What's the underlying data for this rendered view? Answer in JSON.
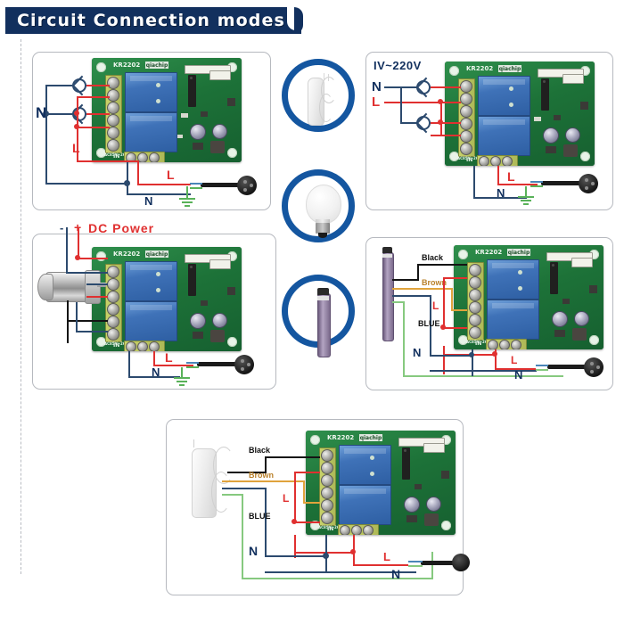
{
  "header": {
    "title": "Circuit Connection modes",
    "banner_color": "#12305e"
  },
  "colors": {
    "live_wire": "#e03030",
    "neutral_wire": "#2c4a6e",
    "ground_wire": "#59b259",
    "brown_wire": "#e0a33c",
    "black_wire": "#141414",
    "pcb_green": "#1d7238",
    "relay_blue": "#3f72b8",
    "ring_blue": "#1456a0",
    "panel_border": "#b6b9bf"
  },
  "board": {
    "model": "KR2202",
    "brand": "qiachip",
    "input_label": "IN",
    "terminal_silk": "AC85V~265V",
    "terminal_count": 6,
    "relay_count": 2
  },
  "devices": [
    {
      "name": "pir-sensor-icon",
      "label": "PIR motion sensor"
    },
    {
      "name": "light-bulb-icon",
      "label": "Light bulb"
    },
    {
      "name": "tube-lamp-icon",
      "label": "Tube lamp sensor"
    }
  ],
  "panels": [
    {
      "id": "panel-two-lamp-ac",
      "title": "",
      "wire_labels": [
        "N",
        "L",
        "L",
        "N"
      ],
      "load_symbols": 2,
      "device": "lamp"
    },
    {
      "id": "panel-iv-220v",
      "title": "IV~220V",
      "wire_labels": [
        "N",
        "L",
        "L",
        "N"
      ],
      "load_symbols": 2,
      "device": "lamp"
    },
    {
      "id": "panel-dc-power",
      "title": "DC Power",
      "polarity": [
        "-",
        "+"
      ],
      "wire_labels": [
        "L",
        "N"
      ],
      "device": "motor"
    },
    {
      "id": "panel-tube-sensor",
      "title": "",
      "wire_labels": [
        "Black",
        "Brown",
        "L",
        "BLUE",
        "N",
        "L",
        "N"
      ],
      "device": "tube"
    },
    {
      "id": "panel-pir-sensor",
      "title": "",
      "wire_labels": [
        "Black",
        "Brown",
        "L",
        "BLUE",
        "N",
        "L",
        "N"
      ],
      "device": "pir"
    }
  ],
  "labels": {
    "N": "N",
    "L": "L",
    "black": "Black",
    "brown": "Brown",
    "blue": "BLUE",
    "dc_power": "DC Power",
    "minus": "-",
    "plus": "+",
    "iv220": "IV~220V"
  }
}
